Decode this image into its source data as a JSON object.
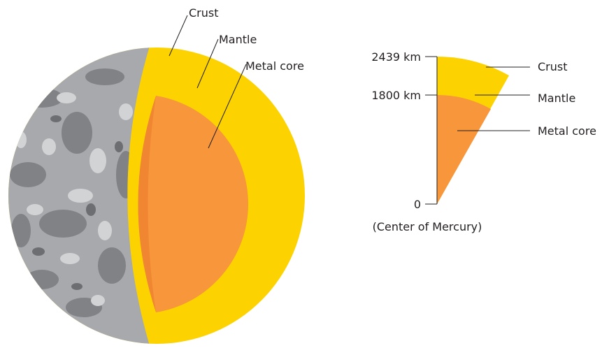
{
  "planet_cutaway": {
    "labels": {
      "crust": "Crust",
      "mantle": "Mantle",
      "core": "Metal core"
    }
  },
  "wedge_section": {
    "labels": {
      "crust": "Crust",
      "mantle": "Mantle",
      "core": "Metal core"
    },
    "scale": {
      "surface": "2439 km",
      "core_boundary": "1800 km",
      "center_value": "0",
      "center_caption": "(Center of Mercury)"
    },
    "depths_km": {
      "surface_radius": 2439,
      "core_radius": 1800,
      "center": 0
    }
  },
  "colors": {
    "crust_mantle": "#fcd300",
    "core": "#f7963b",
    "core_shadow": "#f18632",
    "surface_gray": "#a7a9ac",
    "text": "#231f20"
  }
}
